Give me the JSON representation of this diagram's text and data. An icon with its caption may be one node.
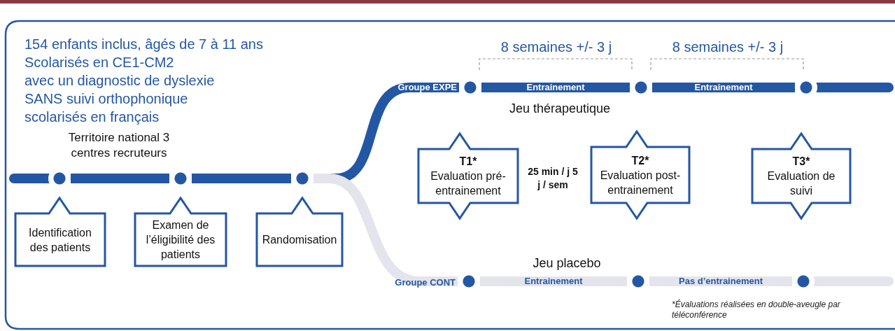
{
  "diagram": {
    "nodes": [
      {
        "text": [],
        "shape": "circle"
      },
      {
        "text": [],
        "shape": "circle"
      },
      {
        "text": [],
        "shape": "circle"
      },
      {
        "text": [],
        "shape": "circle",
        "beside": [
          "Groupe EXPE"
        ]
      },
      {
        "text": [],
        "shape": "circle"
      },
      {
        "text": [],
        "shape": "circle"
      },
      {
        "text": [],
        "shape": "circle",
        "beside": [
          "Groupe CONT"
        ]
      },
      {
        "text": [],
        "shape": "circle"
      },
      {
        "text": [],
        "shape": "circle"
      },
      {
        "text": [
          "Identification des patients"
        ]
      },
      {
        "text": [
          "Examen de l’éligibilité des patients"
        ]
      },
      {
        "text": [
          "Randomisation"
        ]
      },
      {
        "text": [
          "T1*",
          "Evaluation pré-entrainement"
        ]
      },
      {
        "text": [
          "T2*",
          "Evaluation post-entrainement"
        ]
      },
      {
        "text": [
          "T3*",
          "Evaluation de suivi"
        ]
      }
    ],
    "edges": [
      {
        "from": 0,
        "to": 1,
        "arrow": "none"
      },
      {
        "from": 1,
        "to": 2,
        "arrow": "none"
      },
      {
        "from": 2,
        "to": 3,
        "arrow": "none"
      },
      {
        "from": 3,
        "to": 4,
        "arrow": "none",
        "label": "Entrainement"
      },
      {
        "from": 4,
        "to": 5,
        "arrow": "none",
        "label": "Entrainement"
      },
      {
        "from": 2,
        "to": 6,
        "arrow": "none",
        "color": "#e3e4ec"
      },
      {
        "from": 6,
        "to": 7,
        "arrow": "none",
        "label": "Entrainement",
        "color": "#e3e4ec"
      },
      {
        "from": 7,
        "to": 8,
        "arrow": "none",
        "label": "Pas d’entrainement",
        "color": "#e3e4ec"
      }
    ],
    "labels": [
      "154 enfants inclus, âgés de 7 à 11 ans",
      "Scolarisés en CE1-CM2",
      "avec un diagnostic de dyslexie",
      "SANS suivi orthophonique",
      "scolarisés en français",
      "Territoire national 3 centres recruteurs",
      "8 semaines +/- 3 j",
      "8 semaines +/- 3 j",
      "Jeu thérapeutique",
      "25 min / j 5 j / sem",
      "Jeu placebo",
      "*Évaluations réalisées en double-aveugle par téléconférence"
    ]
  }
}
